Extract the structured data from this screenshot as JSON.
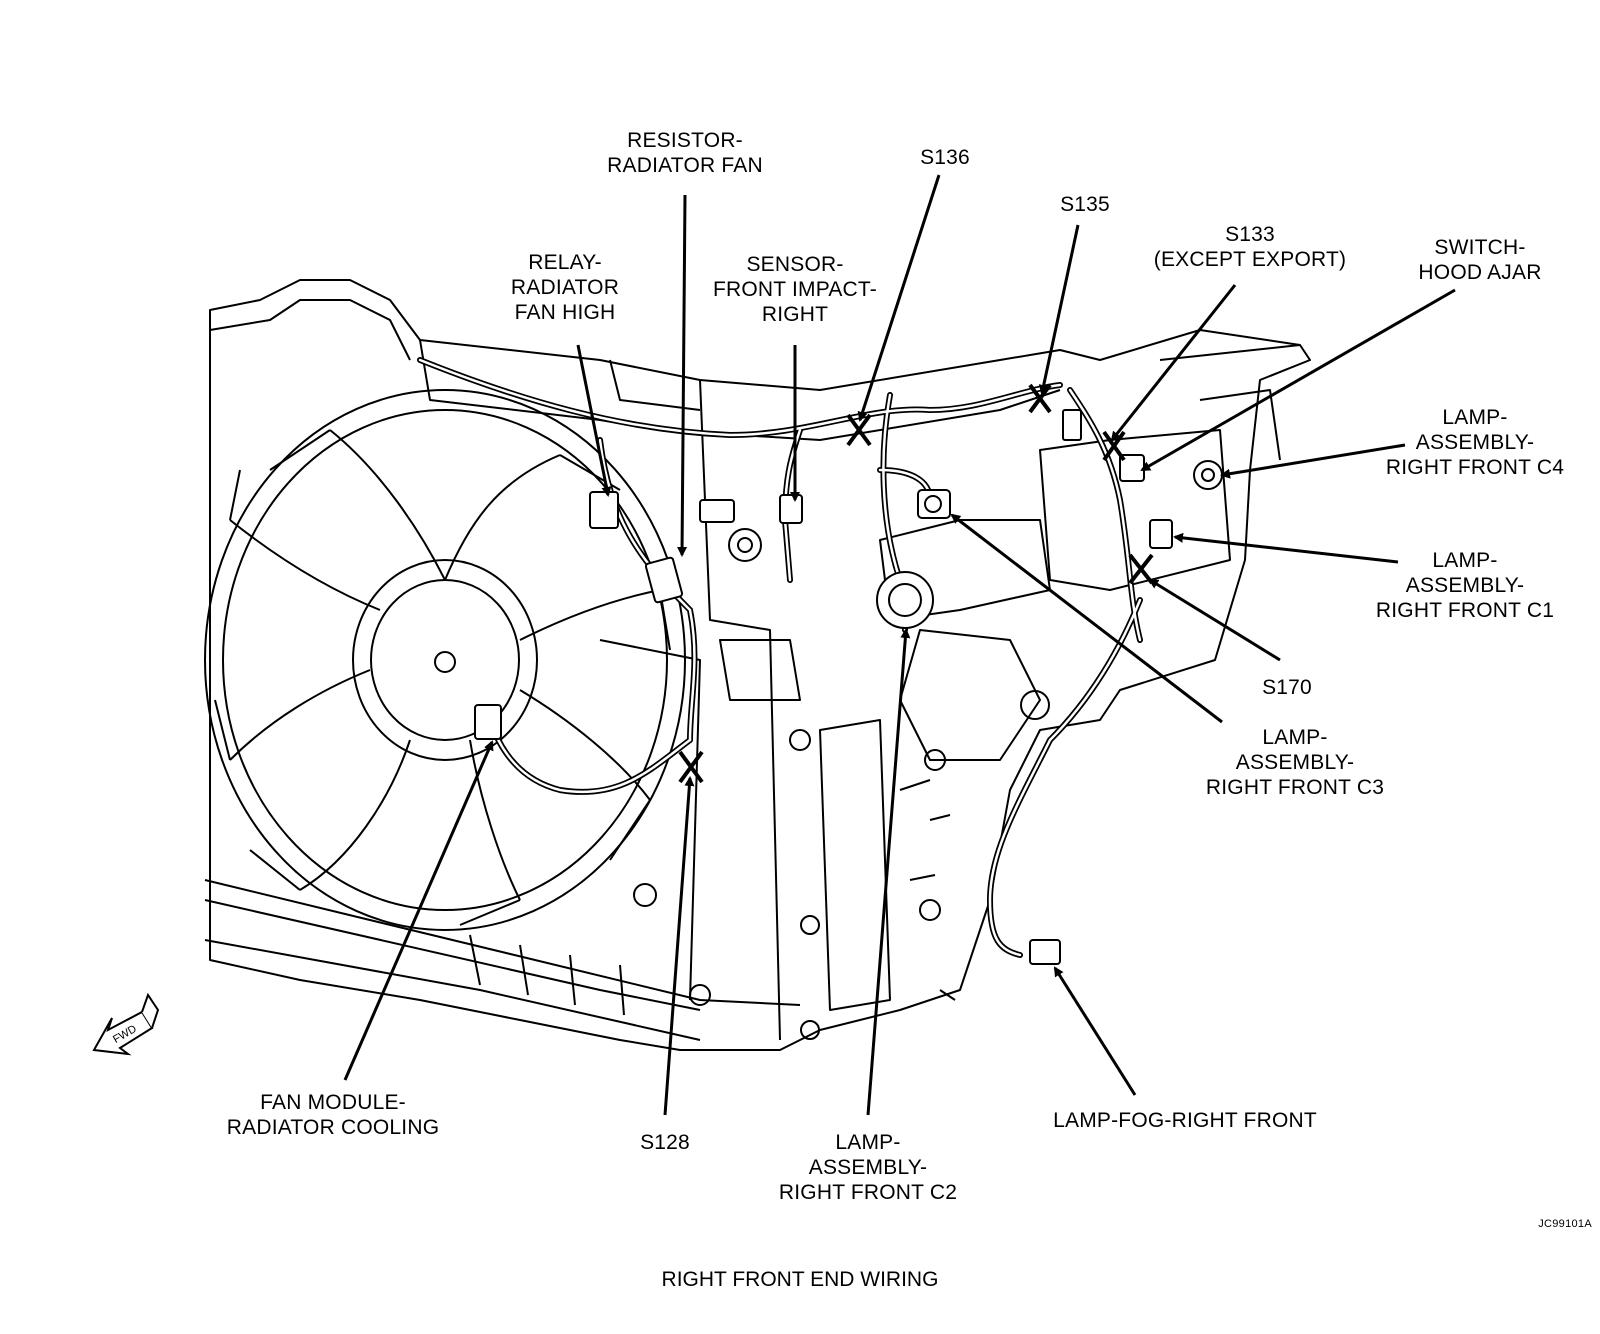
{
  "diagram": {
    "caption": "RIGHT FRONT END WIRING",
    "figure_code": "JC99101A",
    "fwd_marker": "FWD",
    "callouts": [
      {
        "id": "resistor-radiator-fan",
        "lines": [
          "RESISTOR-",
          "RADIATOR FAN"
        ]
      },
      {
        "id": "s136",
        "lines": [
          "S136"
        ]
      },
      {
        "id": "s135",
        "lines": [
          "S135"
        ]
      },
      {
        "id": "s133",
        "lines": [
          "S133",
          "(EXCEPT EXPORT)"
        ]
      },
      {
        "id": "switch-hood-ajar",
        "lines": [
          "SWITCH-",
          "HOOD AJAR"
        ]
      },
      {
        "id": "relay-radiator-fan-high",
        "lines": [
          "RELAY-",
          "RADIATOR",
          "FAN HIGH"
        ]
      },
      {
        "id": "sensor-front-impact-right",
        "lines": [
          "SENSOR-",
          "FRONT IMPACT-",
          "RIGHT"
        ]
      },
      {
        "id": "lamp-assembly-right-front-c4",
        "lines": [
          "LAMP-",
          "ASSEMBLY-",
          "RIGHT FRONT C4"
        ]
      },
      {
        "id": "lamp-assembly-right-front-c1",
        "lines": [
          "LAMP-",
          "ASSEMBLY-",
          "RIGHT FRONT C1"
        ]
      },
      {
        "id": "s170",
        "lines": [
          "S170"
        ]
      },
      {
        "id": "lamp-assembly-right-front-c3",
        "lines": [
          "LAMP-",
          "ASSEMBLY-",
          "RIGHT FRONT C3"
        ]
      },
      {
        "id": "fan-module-radiator-cooling",
        "lines": [
          "FAN MODULE-",
          "RADIATOR COOLING"
        ]
      },
      {
        "id": "s128",
        "lines": [
          "S128"
        ]
      },
      {
        "id": "lamp-assembly-right-front-c2",
        "lines": [
          "LAMP-",
          "ASSEMBLY-",
          "RIGHT FRONT C2"
        ]
      },
      {
        "id": "lamp-fog-right-front",
        "lines": [
          "LAMP-FOG-RIGHT FRONT"
        ]
      }
    ]
  }
}
